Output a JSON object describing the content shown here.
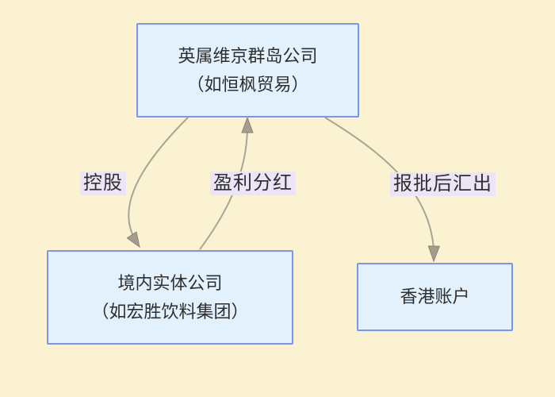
{
  "diagram": {
    "title": "offshore-holding-structure",
    "colors": {
      "background": "#fbf2d1",
      "node_fill": "#e3f1fd",
      "node_border": "#7b94ee",
      "edge_label_background": "#ece5f8",
      "arrow": "#aba495",
      "text": "#2f2f2f"
    },
    "nodes": {
      "bvi": {
        "line1": "英属维京群岛公司",
        "line2": "（如恒枫贸易）"
      },
      "domestic": {
        "line1": "境内实体公司",
        "line2": "（如宏胜饮料集团）"
      },
      "hk": {
        "line1": "香港账户"
      }
    },
    "edges": {
      "holding": {
        "label": "控股",
        "from": "bvi",
        "to": "domestic"
      },
      "dividend": {
        "label": "盈利分红",
        "from": "domestic",
        "to": "bvi"
      },
      "remit": {
        "label": "报批后汇出",
        "from": "bvi",
        "to": "hk"
      }
    }
  }
}
